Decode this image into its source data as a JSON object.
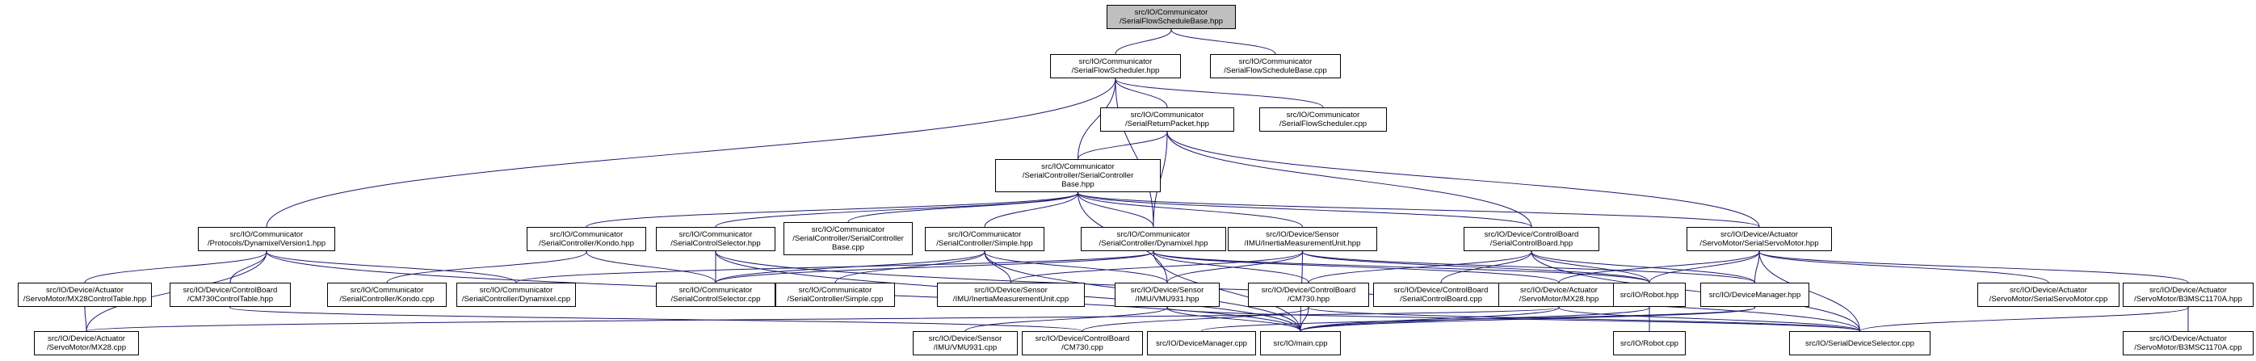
{
  "nodes": [
    {
      "id": "sfsb_h",
      "label": "src/IO/Communicator\n/SerialFlowScheduleBase.hpp",
      "focus": true
    },
    {
      "id": "sfs_h",
      "label": "src/IO/Communicator\n/SerialFlowScheduler.hpp"
    },
    {
      "id": "sfsb_cpp",
      "label": "src/IO/Communicator\n/SerialFlowScheduleBase.cpp"
    },
    {
      "id": "srp_h",
      "label": "src/IO/Communicator\n/SerialReturnPacket.hpp"
    },
    {
      "id": "sfs_cpp",
      "label": "src/IO/Communicator\n/SerialFlowScheduler.cpp"
    },
    {
      "id": "scb_h",
      "label": "src/IO/Communicator\n/SerialController/SerialController\nBase.hpp"
    },
    {
      "id": "dxl1_h",
      "label": "src/IO/Communicator\n/Protocols/DynamixelVersion1.hpp"
    },
    {
      "id": "kondo_h",
      "label": "src/IO/Communicator\n/SerialController/Kondo.hpp"
    },
    {
      "id": "scsel_h",
      "label": "src/IO/Communicator\n/SerialControlSelector.hpp"
    },
    {
      "id": "scb_cpp",
      "label": "src/IO/Communicator\n/SerialController/SerialController\nBase.cpp"
    },
    {
      "id": "simple_h",
      "label": "src/IO/Communicator\n/SerialController/Simple.hpp"
    },
    {
      "id": "dyn_h",
      "label": "src/IO/Communicator\n/SerialController/Dynamixel.hpp"
    },
    {
      "id": "imu_h",
      "label": "src/IO/Device/Sensor\n/IMU/InertiaMeasurementUnit.hpp"
    },
    {
      "id": "scbd_h",
      "label": "src/IO/Device/ControlBoard\n/SerialControlBoard.hpp"
    },
    {
      "id": "ssm_h",
      "label": "src/IO/Device/Actuator\n/ServoMotor/SerialServoMotor.hpp"
    },
    {
      "id": "mx28ct_h",
      "label": "src/IO/Device/Actuator\n/ServoMotor/MX28ControlTable.hpp"
    },
    {
      "id": "cm730ct_h",
      "label": "src/IO/Device/ControlBoard\n/CM730ControlTable.hpp"
    },
    {
      "id": "kondo_cpp",
      "label": "src/IO/Communicator\n/SerialController/Kondo.cpp"
    },
    {
      "id": "dyn_cpp",
      "label": "src/IO/Communicator\n/SerialController/Dynamixel.cpp"
    },
    {
      "id": "scsel_cpp",
      "label": "src/IO/Communicator\n/SerialControlSelector.cpp"
    },
    {
      "id": "simple_cpp",
      "label": "src/IO/Communicator\n/SerialController/Simple.cpp"
    },
    {
      "id": "imu_cpp",
      "label": "src/IO/Device/Sensor\n/IMU/InertiaMeasurementUnit.cpp"
    },
    {
      "id": "vmu_h",
      "label": "src/IO/Device/Sensor\n/IMU/VMU931.hpp"
    },
    {
      "id": "cm730_h",
      "label": "src/IO/Device/ControlBoard\n/CM730.hpp"
    },
    {
      "id": "scbd_cpp",
      "label": "src/IO/Device/ControlBoard\n/SerialControlBoard.cpp"
    },
    {
      "id": "mx28_h",
      "label": "src/IO/Device/Actuator\n/ServoMotor/MX28.hpp"
    },
    {
      "id": "robot_h",
      "label": "src/IO/Robot.hpp"
    },
    {
      "id": "devmgr_h",
      "label": "src/IO/DeviceManager.hpp"
    },
    {
      "id": "ssm_cpp",
      "label": "src/IO/Device/Actuator\n/ServoMotor/SerialServoMotor.cpp"
    },
    {
      "id": "b3m_h",
      "label": "src/IO/Device/Actuator\n/ServoMotor/B3MSC1170A.hpp"
    },
    {
      "id": "mx28_cpp",
      "label": "src/IO/Device/Actuator\n/ServoMotor/MX28.cpp"
    },
    {
      "id": "vmu_cpp",
      "label": "src/IO/Device/Sensor\n/IMU/VMU931.cpp"
    },
    {
      "id": "cm730_cpp",
      "label": "src/IO/Device/ControlBoard\n/CM730.cpp"
    },
    {
      "id": "devmgr_cpp",
      "label": "src/IO/DeviceManager.cpp"
    },
    {
      "id": "main_cpp",
      "label": "src/IO/main.cpp"
    },
    {
      "id": "robot_cpp",
      "label": "src/IO/Robot.cpp"
    },
    {
      "id": "sds_cpp",
      "label": "src/IO/SerialDeviceSelector.cpp"
    },
    {
      "id": "b3m_cpp",
      "label": "src/IO/Device/Actuator\n/ServoMotor/B3MSC1170A.cpp"
    }
  ],
  "edges": [
    [
      "sfsb_h",
      "sfs_h"
    ],
    [
      "sfsb_h",
      "sfsb_cpp"
    ],
    [
      "sfs_h",
      "srp_h"
    ],
    [
      "sfs_h",
      "sfs_cpp"
    ],
    [
      "sfs_h",
      "scb_h"
    ],
    [
      "sfs_h",
      "dxl1_h"
    ],
    [
      "sfs_h",
      "dyn_h"
    ],
    [
      "srp_h",
      "scb_h"
    ],
    [
      "srp_h",
      "dyn_h"
    ],
    [
      "srp_h",
      "scbd_h"
    ],
    [
      "srp_h",
      "ssm_h"
    ],
    [
      "scb_h",
      "kondo_h"
    ],
    [
      "scb_h",
      "scsel_h"
    ],
    [
      "scb_h",
      "scb_cpp"
    ],
    [
      "scb_h",
      "simple_h"
    ],
    [
      "scb_h",
      "dyn_h"
    ],
    [
      "scb_h",
      "imu_h"
    ],
    [
      "scb_h",
      "scbd_h"
    ],
    [
      "scb_h",
      "ssm_h"
    ],
    [
      "scb_h",
      "vmu_h"
    ],
    [
      "dxl1_h",
      "mx28ct_h"
    ],
    [
      "dxl1_h",
      "cm730ct_h"
    ],
    [
      "dxl1_h",
      "dyn_cpp"
    ],
    [
      "dxl1_h",
      "mx28_cpp"
    ],
    [
      "dxl1_h",
      "main_cpp"
    ],
    [
      "kondo_h",
      "kondo_cpp"
    ],
    [
      "kondo_h",
      "scsel_cpp"
    ],
    [
      "scsel_h",
      "scsel_cpp"
    ],
    [
      "scsel_h",
      "main_cpp"
    ],
    [
      "scsel_h",
      "sds_cpp"
    ],
    [
      "simple_h",
      "simple_cpp"
    ],
    [
      "simple_h",
      "scsel_cpp"
    ],
    [
      "simple_h",
      "imu_cpp"
    ],
    [
      "simple_h",
      "vmu_h"
    ],
    [
      "simple_h",
      "main_cpp"
    ],
    [
      "dyn_h",
      "dyn_cpp"
    ],
    [
      "dyn_h",
      "scsel_cpp"
    ],
    [
      "dyn_h",
      "cm730_h"
    ],
    [
      "dyn_h",
      "mx28_h"
    ],
    [
      "dyn_h",
      "robot_h"
    ],
    [
      "dyn_h",
      "main_cpp"
    ],
    [
      "imu_h",
      "imu_cpp"
    ],
    [
      "imu_h",
      "vmu_h"
    ],
    [
      "imu_h",
      "robot_h"
    ],
    [
      "imu_h",
      "devmgr_h"
    ],
    [
      "imu_h",
      "main_cpp"
    ],
    [
      "scbd_h",
      "cm730_h"
    ],
    [
      "scbd_h",
      "scbd_cpp"
    ],
    [
      "scbd_h",
      "robot_h"
    ],
    [
      "scbd_h",
      "devmgr_h"
    ],
    [
      "scbd_h",
      "sds_cpp"
    ],
    [
      "ssm_h",
      "mx28_h"
    ],
    [
      "ssm_h",
      "robot_h"
    ],
    [
      "ssm_h",
      "devmgr_h"
    ],
    [
      "ssm_h",
      "ssm_cpp"
    ],
    [
      "ssm_h",
      "b3m_h"
    ],
    [
      "ssm_h",
      "sds_cpp"
    ],
    [
      "mx28ct_h",
      "mx28_cpp"
    ],
    [
      "cm730ct_h",
      "cm730_cpp"
    ],
    [
      "vmu_h",
      "vmu_cpp"
    ],
    [
      "vmu_h",
      "main_cpp"
    ],
    [
      "vmu_h",
      "sds_cpp"
    ],
    [
      "cm730_h",
      "cm730_cpp"
    ],
    [
      "cm730_h",
      "main_cpp"
    ],
    [
      "cm730_h",
      "sds_cpp"
    ],
    [
      "mx28_h",
      "mx28_cpp"
    ],
    [
      "mx28_h",
      "main_cpp"
    ],
    [
      "mx28_h",
      "sds_cpp"
    ],
    [
      "robot_h",
      "robot_cpp"
    ],
    [
      "robot_h",
      "main_cpp"
    ],
    [
      "devmgr_h",
      "devmgr_cpp"
    ],
    [
      "devmgr_h",
      "main_cpp"
    ],
    [
      "b3m_h",
      "b3m_cpp"
    ],
    [
      "b3m_h",
      "sds_cpp"
    ]
  ]
}
